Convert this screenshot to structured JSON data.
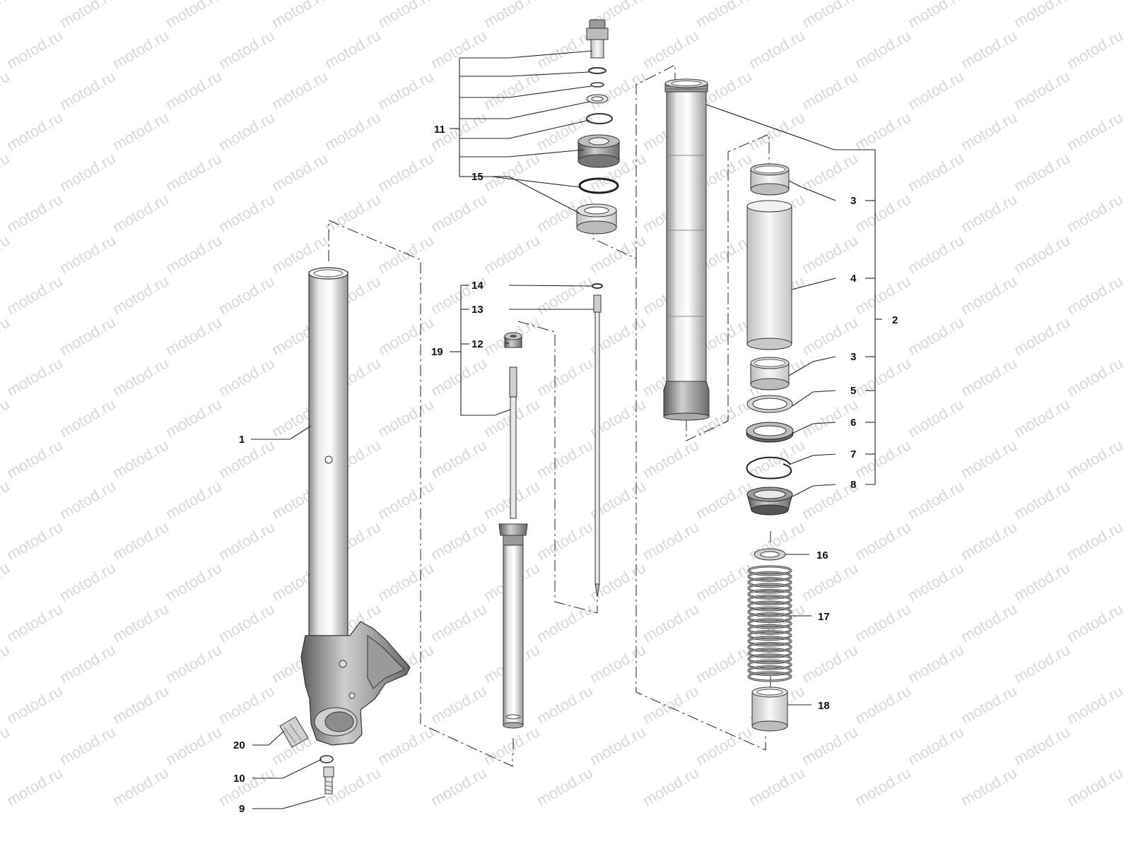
{
  "watermark": "motod.ru",
  "labels": {
    "p1": "1",
    "p2": "2",
    "p3a": "3",
    "p3b": "3",
    "p4": "4",
    "p5": "5",
    "p6": "6",
    "p7": "7",
    "p8": "8",
    "p9": "9",
    "p10": "10",
    "p11": "11",
    "p12": "12",
    "p13": "13",
    "p14": "14",
    "p15": "15",
    "p16": "16",
    "p17": "17",
    "p18": "18",
    "p19": "19",
    "p20": "20"
  }
}
